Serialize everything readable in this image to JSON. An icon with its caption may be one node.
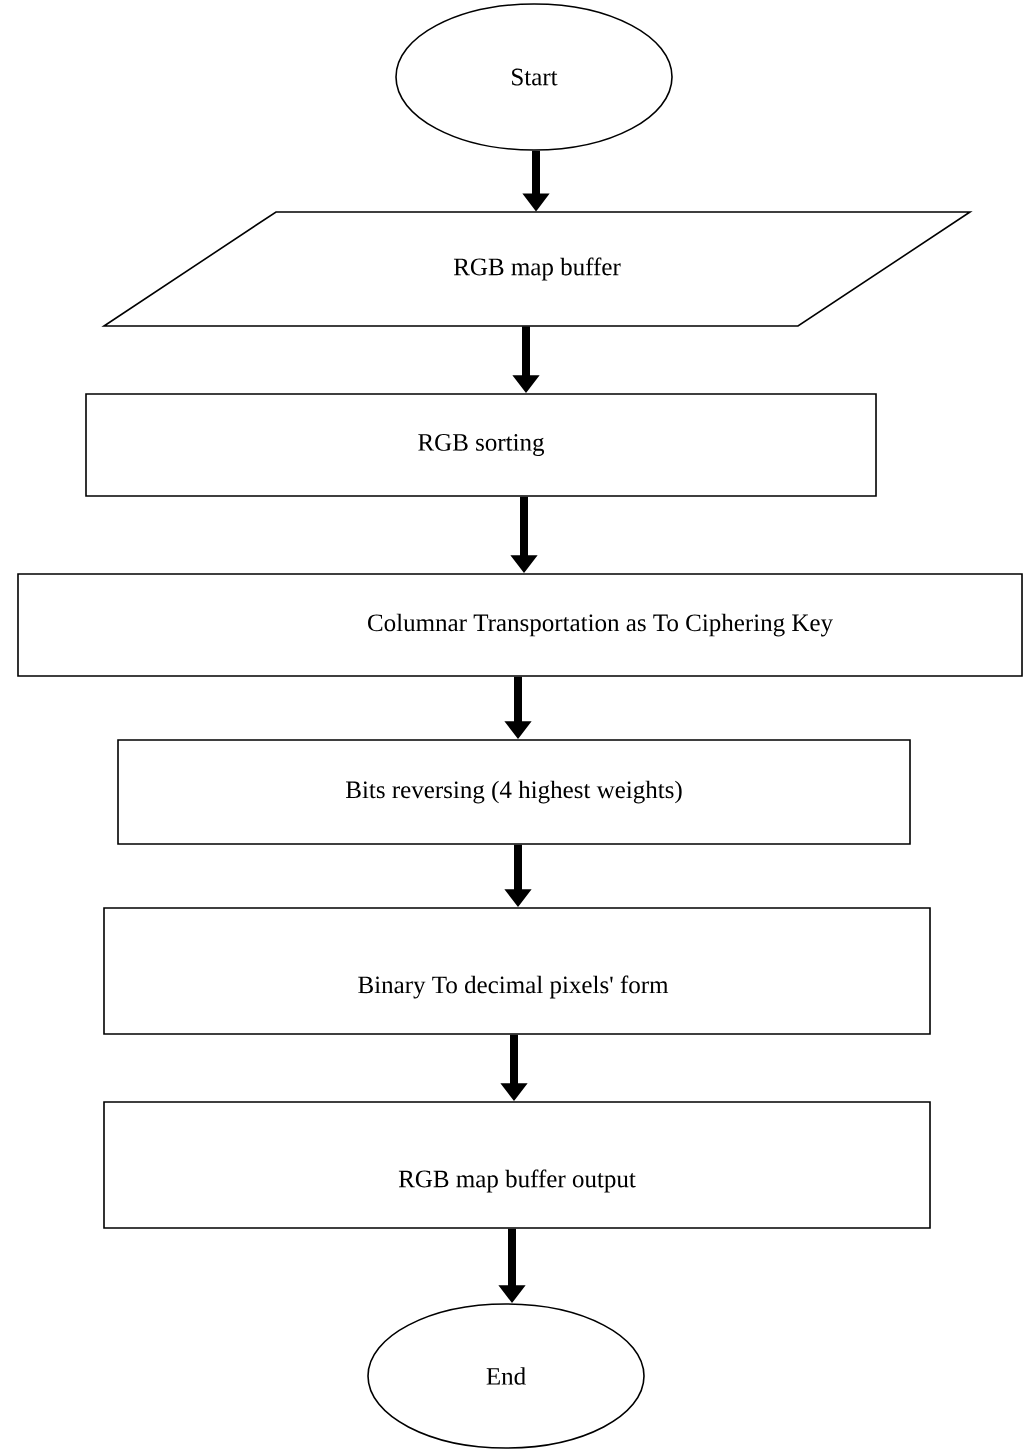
{
  "diagram": {
    "nodes": [
      {
        "text": [
          "Start"
        ]
      },
      {
        "text": [
          "RGB map buffer"
        ]
      },
      {
        "text": [
          "RGB sorting"
        ]
      },
      {
        "text": [
          "Columnar Transportation as To Ciphering Key"
        ]
      },
      {
        "text": [
          "Bits reversing (4 highest weights)"
        ]
      },
      {
        "text": [
          "Binary To decimal pixels' form"
        ]
      },
      {
        "text": [
          "RGB map buffer output"
        ]
      },
      {
        "text": [
          "End"
        ]
      }
    ],
    "edges": [
      {
        "from": 0,
        "to": 1,
        "arrow": "to"
      },
      {
        "from": 1,
        "to": 2,
        "arrow": "to"
      },
      {
        "from": 2,
        "to": 3,
        "arrow": "to"
      },
      {
        "from": 3,
        "to": 4,
        "arrow": "to"
      },
      {
        "from": 4,
        "to": 5,
        "arrow": "to"
      },
      {
        "from": 5,
        "to": 6,
        "arrow": "to"
      },
      {
        "from": 6,
        "to": 7,
        "arrow": "to"
      }
    ]
  }
}
